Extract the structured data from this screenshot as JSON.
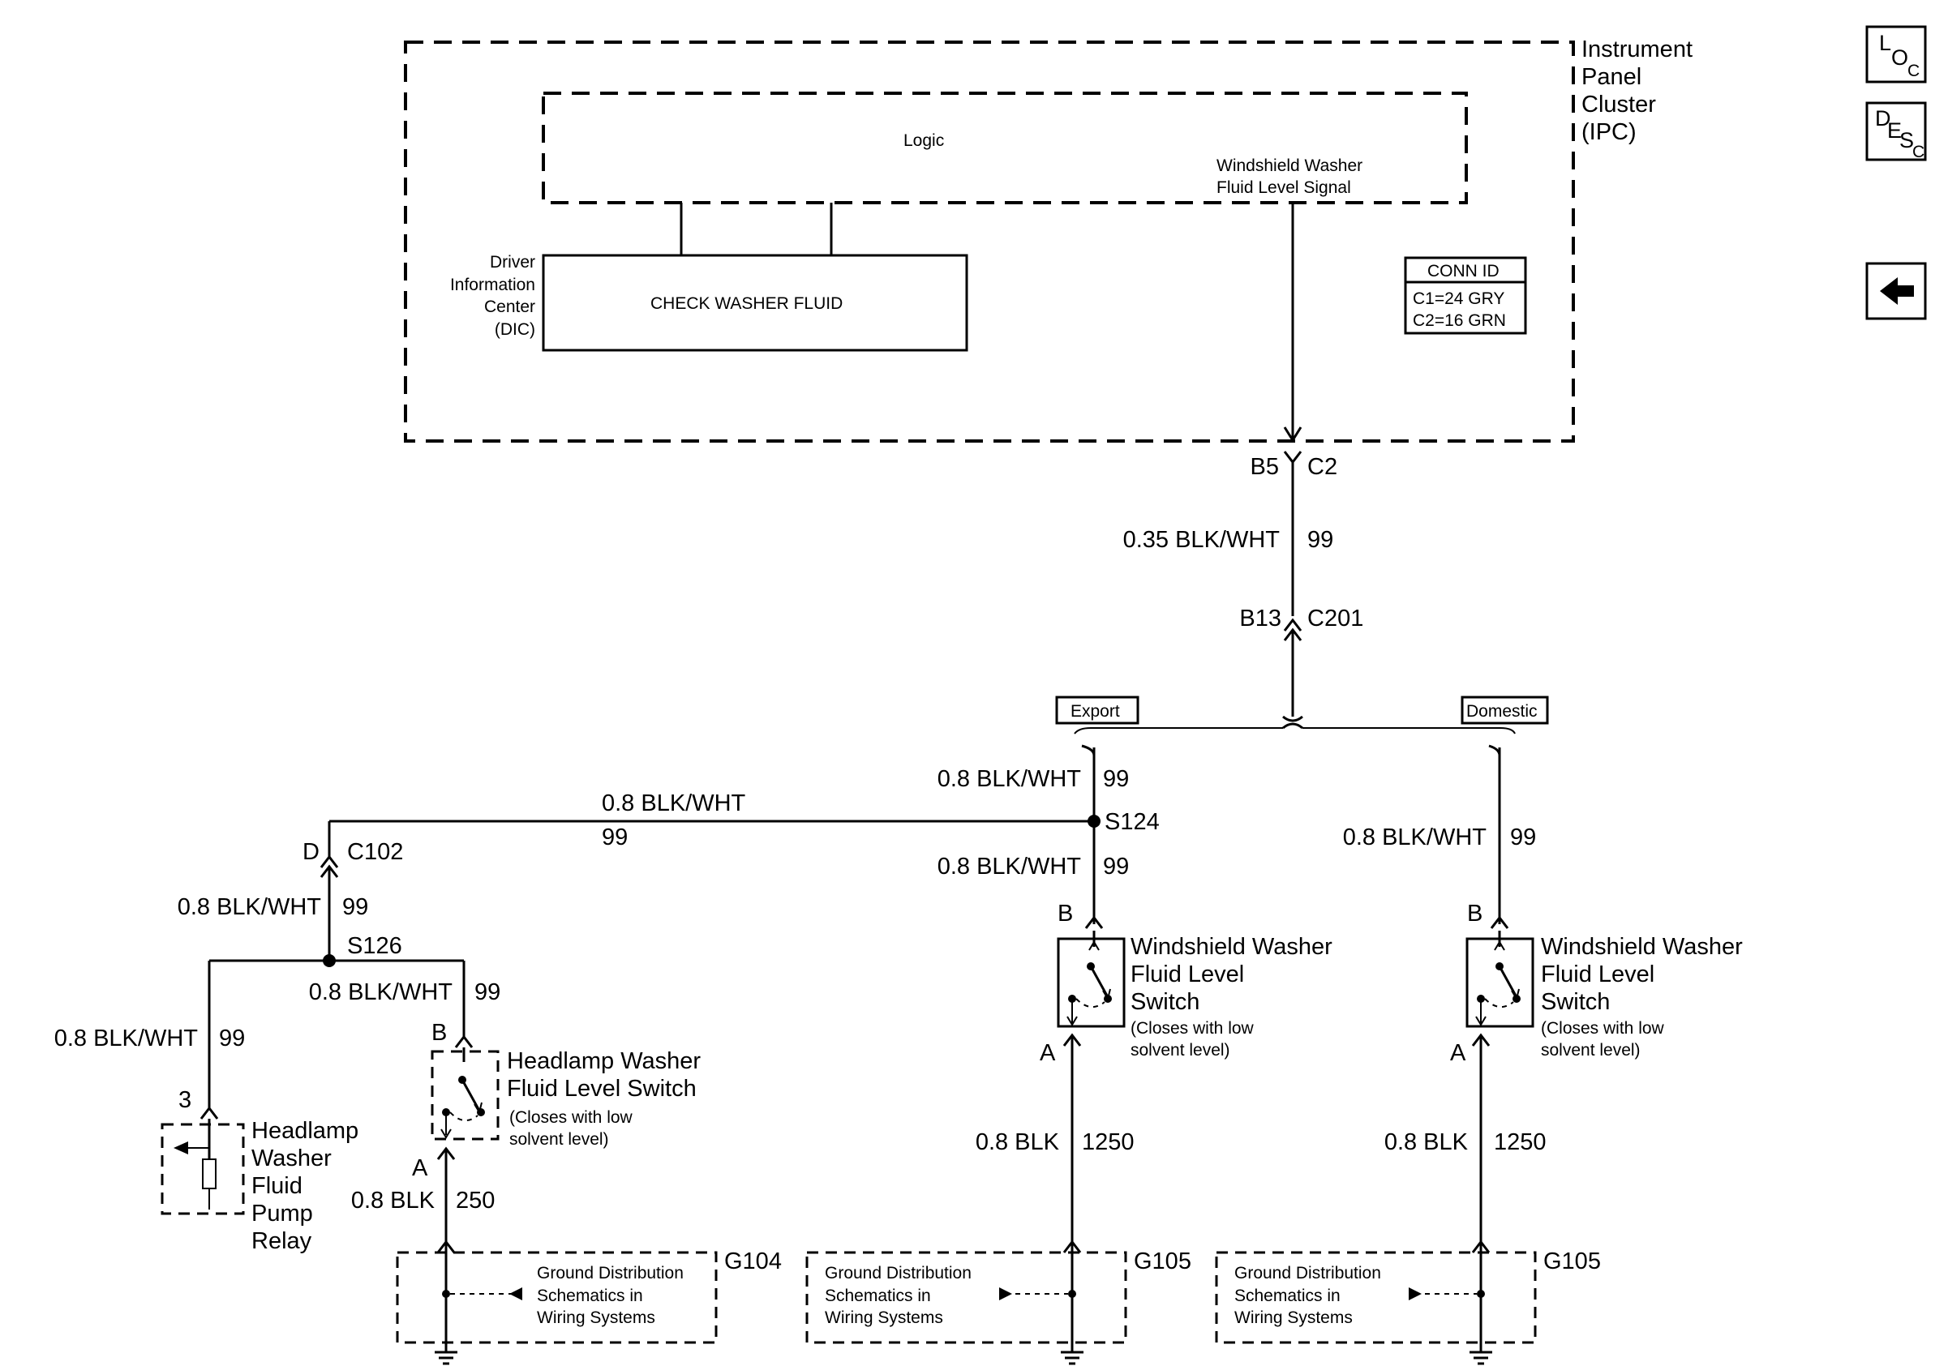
{
  "nav": {
    "loc": {
      "top": "L",
      "bottom": "O",
      "sub": "C"
    },
    "desc": {
      "top": "D",
      "mid": "E",
      "sub1": "S",
      "sub2": "C"
    },
    "back_icon": "left-arrow-icon"
  },
  "ipc": {
    "label_lines": [
      "Instrument",
      "Panel",
      "Cluster",
      "(IPC)"
    ],
    "logic": "Logic",
    "signal_lines": [
      "Windshield Washer",
      "Fluid Level Signal"
    ],
    "dic_lines": [
      "Driver",
      "Information",
      "Center",
      "(DIC)"
    ],
    "dic_message": "CHECK WASHER FLUID",
    "conn_id": {
      "title": "CONN ID",
      "c1": "C1=24 GRY",
      "c2": "C2=16 GRN"
    }
  },
  "connectors": {
    "b5": "B5",
    "c2": "C2",
    "b13": "B13",
    "c201": "C201",
    "d": "D",
    "c102": "C102"
  },
  "wires": {
    "ipc_wire": {
      "gauge": "0.35 BLK/WHT",
      "circuit": "99"
    },
    "export_top": {
      "gauge": "0.8 BLK/WHT",
      "circuit": "99"
    },
    "export_bottom": {
      "gauge": "0.8 BLK/WHT",
      "circuit": "99"
    },
    "horizontal": {
      "gauge": "0.8 BLK/WHT",
      "circuit": "99"
    },
    "domestic": {
      "gauge": "0.8 BLK/WHT",
      "circuit": "99"
    },
    "c102_wire": {
      "gauge": "0.8 BLK/WHT",
      "circuit": "99"
    },
    "hl_switch_wire": {
      "gauge": "0.8 BLK/WHT",
      "circuit": "99"
    },
    "relay_wire": {
      "gauge": "0.8 BLK/WHT",
      "circuit": "99"
    },
    "hl_ground": {
      "gauge": "0.8 BLK",
      "circuit": "250"
    },
    "export_ground": {
      "gauge": "0.8 BLK",
      "circuit": "1250"
    },
    "domestic_ground": {
      "gauge": "0.8 BLK",
      "circuit": "1250"
    }
  },
  "options": {
    "export": "Export",
    "domestic": "Domestic"
  },
  "splices": {
    "s124": "S124",
    "s126": "S126"
  },
  "switches": {
    "export": {
      "pin_top": "B",
      "pin_bottom": "A",
      "name_lines": [
        "Windshield Washer",
        "Fluid Level",
        "Switch"
      ],
      "note_lines": [
        "(Closes with low",
        "solvent level)"
      ]
    },
    "domestic": {
      "pin_top": "B",
      "pin_bottom": "A",
      "name_lines": [
        "Windshield Washer",
        "Fluid Level",
        "Switch"
      ],
      "note_lines": [
        "(Closes with low",
        "solvent level)"
      ]
    },
    "headlamp": {
      "pin_top": "B",
      "pin_bottom": "A",
      "name_lines": [
        "Headlamp Washer",
        "Fluid Level Switch"
      ],
      "note_lines": [
        "(Closes with low",
        "solvent level)"
      ]
    }
  },
  "relay": {
    "pin": "3",
    "name_lines": [
      "Headlamp",
      "Washer",
      "Fluid",
      "Pump",
      "Relay"
    ]
  },
  "grounds": [
    {
      "id": "G104",
      "lines": [
        "Ground Distribution",
        "Schematics in",
        "Wiring Systems"
      ]
    },
    {
      "id": "G105",
      "lines": [
        "Ground Distribution",
        "Schematics in",
        "Wiring Systems"
      ]
    },
    {
      "id": "G105",
      "lines": [
        "Ground Distribution",
        "Schematics in",
        "Wiring Systems"
      ]
    }
  ]
}
